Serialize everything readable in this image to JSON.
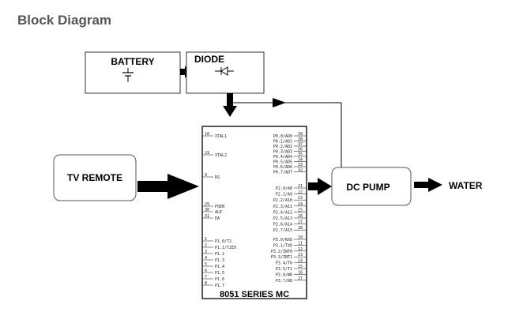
{
  "page": {
    "heading": "Block Diagram"
  },
  "diagram": {
    "battery_label": "BATTERY",
    "diode_label": "DIODE",
    "remote_label": "TV REMOTE",
    "pump_label": "DC PUMP",
    "water_label": "WATER",
    "mc_label": "8051 SERIES MC",
    "left_pins": [
      {
        "num": "18",
        "name": "XTAL1"
      },
      {
        "num": "19",
        "name": "XTAL2"
      },
      {
        "num": "9",
        "name": "RS"
      },
      {
        "num": "29",
        "name": "PSEN"
      },
      {
        "num": "30",
        "name": "ALE"
      },
      {
        "num": "31",
        "name": "EA"
      },
      {
        "num": "1",
        "name": "P1.0/T2"
      },
      {
        "num": "2",
        "name": "P1.1/T2EX"
      },
      {
        "num": "3",
        "name": "P1.2"
      },
      {
        "num": "4",
        "name": "P1.3"
      },
      {
        "num": "5",
        "name": "P1.4"
      },
      {
        "num": "6",
        "name": "P1.5"
      },
      {
        "num": "7",
        "name": "P1.6"
      },
      {
        "num": "8",
        "name": "P1.7"
      }
    ],
    "right_pins": [
      {
        "num": "39",
        "name": "P0.0/AD0"
      },
      {
        "num": "38",
        "name": "P0.1/AD1"
      },
      {
        "num": "37",
        "name": "P0.2/AD2"
      },
      {
        "num": "36",
        "name": "P0.3/AD3"
      },
      {
        "num": "35",
        "name": "P0.4/AD4"
      },
      {
        "num": "34",
        "name": "P0.5/AD5"
      },
      {
        "num": "33",
        "name": "P0.6/AD6"
      },
      {
        "num": "32",
        "name": "P0.7/AD7"
      },
      {
        "num": "21",
        "name": "P2.0/A8"
      },
      {
        "num": "22",
        "name": "P2.1/A9"
      },
      {
        "num": "23",
        "name": "P2.2/A10"
      },
      {
        "num": "24",
        "name": "P2.3/A11"
      },
      {
        "num": "25",
        "name": "P2.4/A12"
      },
      {
        "num": "26",
        "name": "P2.5/A13"
      },
      {
        "num": "27",
        "name": "P2.6/A14"
      },
      {
        "num": "28",
        "name": "P2.7/A15"
      },
      {
        "num": "10",
        "name": "P3.0/RXD"
      },
      {
        "num": "11",
        "name": "P3.1/TXD"
      },
      {
        "num": "12",
        "name": "P3.2/INT0"
      },
      {
        "num": "13",
        "name": "P3.3/INT1"
      },
      {
        "num": "14",
        "name": "P3.4/T0"
      },
      {
        "num": "15",
        "name": "P3.5/T1"
      },
      {
        "num": "16",
        "name": "P3.6/WR"
      },
      {
        "num": "17",
        "name": "P3.7/RD"
      }
    ]
  }
}
